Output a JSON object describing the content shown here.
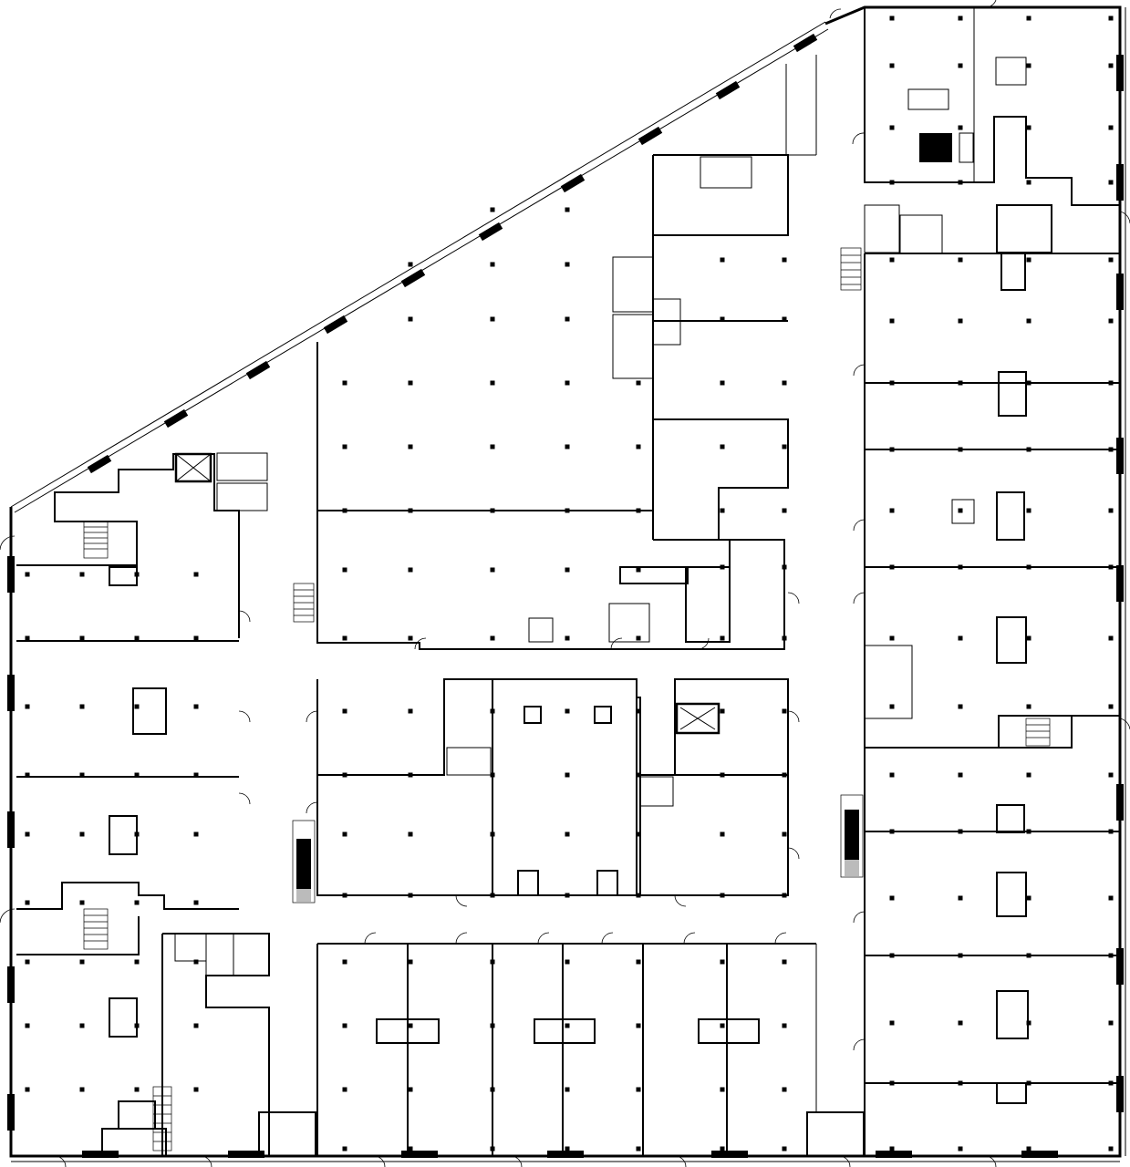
{
  "drawing": {
    "kind": "architectural floor plan",
    "line_color": "#000000",
    "background_color": "#ffffff",
    "text_labels": []
  },
  "features": {
    "structural_columns": "square-black-markers",
    "stair_cores": 6,
    "escalators": 2,
    "elevators": 3,
    "wc_blocks": "multiple"
  }
}
